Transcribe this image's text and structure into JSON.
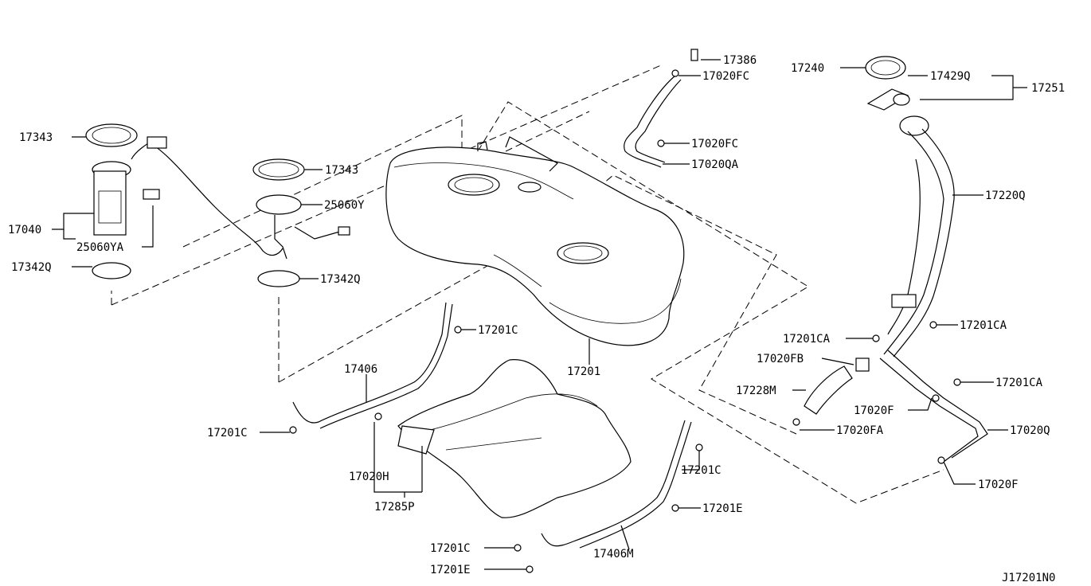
{
  "diagram_id": "J17201N0",
  "labels": {
    "l17343a": "17343",
    "l17040": "17040",
    "l25060ya": "25060YA",
    "l17342qa": "17342Q",
    "l17343b": "17343",
    "l25060y": "25060Y",
    "l17342qb": "17342Q",
    "l17386": "17386",
    "l17020fc1": "17020FC",
    "l17020fc2": "17020FC",
    "l17020qa": "17020QA",
    "l17240": "17240",
    "l17429q": "17429Q",
    "l17251": "17251",
    "l17220q": "17220Q",
    "l17201ca1": "17201CA",
    "l17201ca2": "17201CA",
    "l17201ca3": "17201CA",
    "l17020fb": "17020FB",
    "l17228m": "17228M",
    "l17020f1": "17020F",
    "l17020fa": "17020FA",
    "l17020q": "17020Q",
    "l17020f2": "17020F",
    "l17201": "17201",
    "l17201c1": "17201C",
    "l17406": "17406",
    "l17201c2": "17201C",
    "l17020h": "17020H",
    "l17285p": "17285P",
    "l17201c3": "17201C",
    "l17201e1": "17201E",
    "l17406m": "17406M",
    "l17201c4": "17201C",
    "l17201e2": "17201E"
  }
}
